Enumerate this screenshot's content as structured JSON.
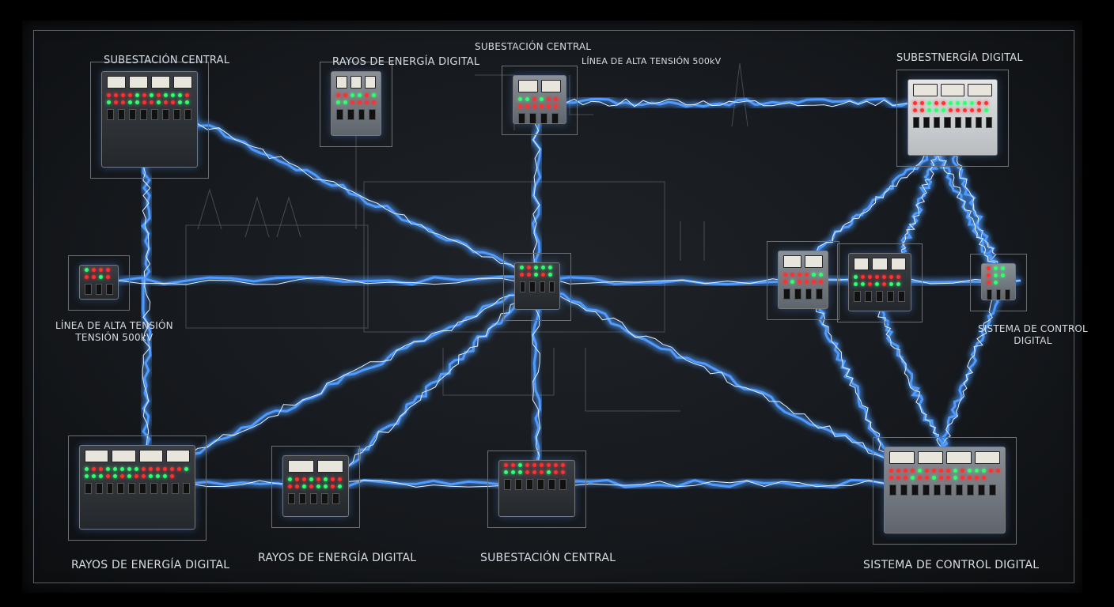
{
  "labels": {
    "top_left": "SUBESTACIÓN CENTRAL",
    "top_mid_left": "RAYOS DE ENERGÍA DIGITAL",
    "top_center": "SUBESTACIÓN CENTRAL",
    "top_line": "LÍNEA DE ALTA TENSIÓN 500kV",
    "top_right": "SUBESTNERGÍA DIGITAL",
    "left_mid_1": "LÍNEA DE ALTA TENSIÓN",
    "left_mid_2": "TENSIÓN 500kV",
    "right_mid_1": "SISTEMA DE CONTROL",
    "right_mid_2": "DIGITAL",
    "bottom_1": "RAYOS DE ENERGÍA DIGITAL",
    "bottom_2": "RAYOS DE ENERGÍA DIGITAL",
    "bottom_3": "SUBESTACIÓN CENTRAL",
    "bottom_4": "SISTEMA DE CONTROL DIGITAL"
  },
  "colors": {
    "background": "#15181c",
    "lightning": "#4f9bff",
    "lightning_core": "#e6f2ff",
    "led_red": "#ff3030",
    "led_green": "#30ff70"
  }
}
